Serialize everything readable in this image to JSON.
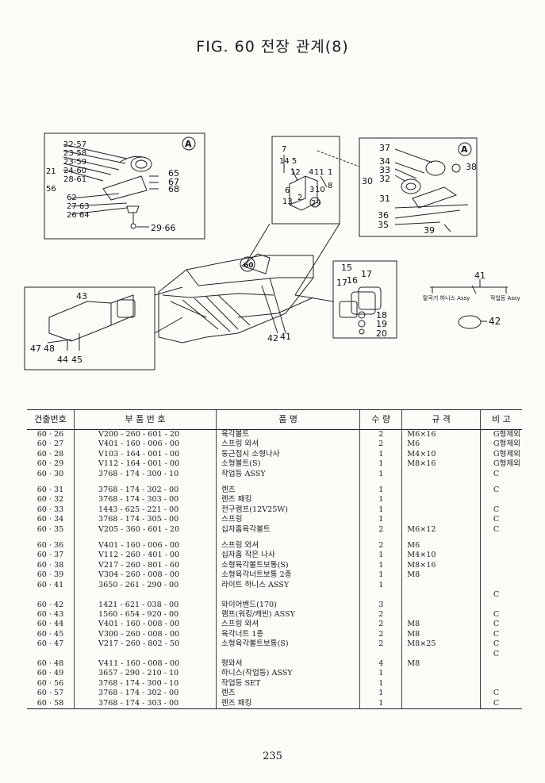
{
  "title": "FIG. 60 전장 관계(8)",
  "page_number": "235",
  "callouts": {
    "box1": [
      "22-57",
      "23-58",
      "23-59",
      "24-60",
      "28-61",
      "21",
      "56",
      "62",
      "27 63",
      "26 64",
      "65",
      "67",
      "68",
      "29·66",
      "A"
    ],
    "box2": [
      "7",
      "14 5",
      "12",
      "4",
      "11",
      "1",
      "8",
      "6",
      "3",
      "10",
      "13",
      "29",
      "2"
    ],
    "box3": [
      "37",
      "34",
      "33",
      "32",
      "30",
      "31",
      "36",
      "35",
      "38",
      "39",
      "A"
    ],
    "box4": [
      "43",
      "47",
      "48",
      "44",
      "45"
    ],
    "box5": [
      "15",
      "16",
      "17",
      "17",
      "18",
      "19",
      "20"
    ],
    "main": [
      "60",
      "42",
      "41"
    ],
    "harness": [
      "41",
      "탈곡기 하니스 Assy",
      "작업등 Assy",
      "42"
    ]
  },
  "table": {
    "headers": [
      "건출번호",
      "부 품 번 호",
      "품 명",
      "수 량",
      "규 격",
      "비 고"
    ],
    "rows": [
      {
        "no": "60 · 26",
        "part": "V200 - 260 - 601 - 20",
        "name": "육각볼트",
        "qty": "2",
        "spec": "M6×16",
        "note": "G형제외"
      },
      {
        "no": "60 · 27",
        "part": "V401 - 160 - 006 - 00",
        "name": "스프링 와셔",
        "qty": "2",
        "spec": "M6",
        "note": "G형제외"
      },
      {
        "no": "60 · 28",
        "part": "V103 - 164 - 001 - 00",
        "name": "둥근접시 소형나사",
        "qty": "1",
        "spec": "M4×10",
        "note": "G형제외"
      },
      {
        "no": "60 · 29",
        "part": "V112 - 164 - 001 - 00",
        "name": "소형볼트(S)",
        "qty": "1",
        "spec": "M8×16",
        "note": "G형제외"
      },
      {
        "no": "60 · 30",
        "part": "3768 - 174 - 300 - 10",
        "name": "작업등 ASSY",
        "qty": "1",
        "spec": "",
        "note": "C"
      },
      {
        "gap": true
      },
      {
        "no": "60 · 31",
        "part": "3768 - 174 - 302 - 00",
        "name": "렌즈",
        "qty": "1",
        "spec": "",
        "note": "C"
      },
      {
        "no": "60 · 32",
        "part": "3768 - 174 - 303 - 00",
        "name": "렌즈 패킹",
        "qty": "1",
        "spec": "",
        "note": ""
      },
      {
        "no": "60 · 33",
        "part": "1443 - 625 - 221 - 00",
        "name": "전구램프(12V25W)",
        "qty": "1",
        "spec": "",
        "note": "C"
      },
      {
        "no": "60 · 34",
        "part": "3768 - 174 - 305 - 00",
        "name": "스프링",
        "qty": "1",
        "spec": "",
        "note": "C"
      },
      {
        "no": "60 · 35",
        "part": "V205 - 360 - 601 - 20",
        "name": "십자홈육각볼트",
        "qty": "2",
        "spec": "M6×12",
        "note": "C"
      },
      {
        "gap": true
      },
      {
        "no": "60 · 36",
        "part": "V401 - 160 - 006 - 00",
        "name": "스프링 와셔",
        "qty": "2",
        "spec": "M6",
        "note": ""
      },
      {
        "no": "60 · 37",
        "part": "V112 - 260 - 401 - 00",
        "name": "십자홈 작은 나사",
        "qty": "1",
        "spec": "M4×10",
        "note": ""
      },
      {
        "no": "60 · 38",
        "part": "V217 - 260 - 801 - 60",
        "name": "소형육각볼트보통(S)",
        "qty": "1",
        "spec": "M8×16",
        "note": ""
      },
      {
        "no": "60 · 39",
        "part": "V304 - 260 - 008 - 00",
        "name": "소형육각너트보통 2종",
        "qty": "1",
        "spec": "M8",
        "note": ""
      },
      {
        "no": "60 · 41",
        "part": "3650 - 261 - 290 - 00",
        "name": "라이트 하니스 ASSY",
        "qty": "1",
        "spec": "",
        "note": ""
      },
      {
        "no": "",
        "part": "",
        "name": "",
        "qty": "",
        "spec": "",
        "note": "C"
      },
      {
        "no": "60 · 42",
        "part": "1421 - 621 - 038 - 00",
        "name": "와이어밴드(170)",
        "qty": "3",
        "spec": "",
        "note": ""
      },
      {
        "no": "60 · 43",
        "part": "1560 - 654 - 920 - 00",
        "name": "램프(워킹/캐빈) ASSY",
        "qty": "2",
        "spec": "",
        "note": "C"
      },
      {
        "no": "60 · 44",
        "part": "V401 - 160 - 008 - 00",
        "name": "스프링 와셔",
        "qty": "2",
        "spec": "M8",
        "note": "C"
      },
      {
        "no": "60 · 45",
        "part": "V300 - 260 - 008 - 00",
        "name": "육각너트 1종",
        "qty": "2",
        "spec": "M8",
        "note": "C"
      },
      {
        "no": "60 · 47",
        "part": "V217 - 260 - 802 - 50",
        "name": "소형육각볼트보통(S)",
        "qty": "2",
        "spec": "M8×25",
        "note": "C"
      },
      {
        "no": "",
        "part": "",
        "name": "",
        "qty": "",
        "spec": "",
        "note": "C"
      },
      {
        "no": "60 · 48",
        "part": "V411 - 160 - 008 - 00",
        "name": "평와셔",
        "qty": "4",
        "spec": "M8",
        "note": ""
      },
      {
        "no": "60 · 49",
        "part": "3657 - 290 - 210 - 10",
        "name": "하니스(작업등) ASSY",
        "qty": "1",
        "spec": "",
        "note": ""
      },
      {
        "no": "60 · 56",
        "part": "3768 - 174 - 300 - 10",
        "name": "작업등 SET",
        "qty": "1",
        "spec": "",
        "note": ""
      },
      {
        "no": "60 · 57",
        "part": "3768 - 174 - 302 - 00",
        "name": "렌즈",
        "qty": "1",
        "spec": "",
        "note": "C"
      },
      {
        "no": "60 · 58",
        "part": "3768 - 174 - 303 - 00",
        "name": "렌즈 패킹",
        "qty": "1",
        "spec": "",
        "note": "C"
      }
    ]
  }
}
